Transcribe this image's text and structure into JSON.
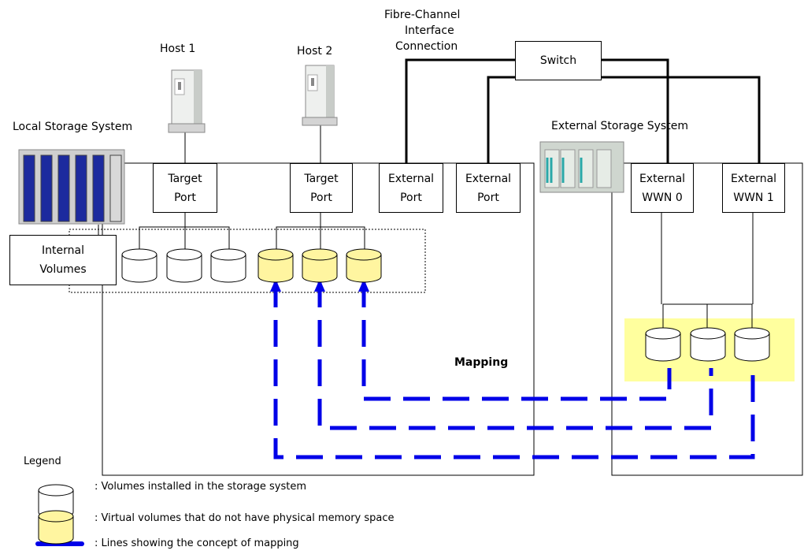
{
  "labels": {
    "host1": "Host 1",
    "host2": "Host 2",
    "fibre_channel": [
      "Fibre-Channel",
      "Interface",
      "Connection"
    ],
    "switch": "Switch",
    "local_storage": "Local Storage System",
    "external_storage": "External Storage System",
    "mapping": "Mapping"
  },
  "ports": [
    {
      "line1": "Target",
      "line2": "Port"
    },
    {
      "line1": "Target",
      "line2": "Port"
    },
    {
      "line1": "External",
      "line2": "Port"
    },
    {
      "line1": "External",
      "line2": "Port"
    },
    {
      "line1": "External",
      "line2": "WWN 0"
    },
    {
      "line1": "External",
      "line2": "WWN 1"
    }
  ],
  "internal_volumes": {
    "line1": "Internal",
    "line2": "Volumes"
  },
  "legend": {
    "title": "Legend",
    "items": [
      {
        "text": ": Volumes installed in the storage system"
      },
      {
        "text": ": Virtual volumes that do not have physical memory space"
      },
      {
        "text": ": Lines showing the concept of mapping"
      }
    ]
  },
  "colors": {
    "virtual_volume_fill": "#fff5a0",
    "external_volume_area": "#ffff9e",
    "mapping_line": "#0000e8"
  }
}
